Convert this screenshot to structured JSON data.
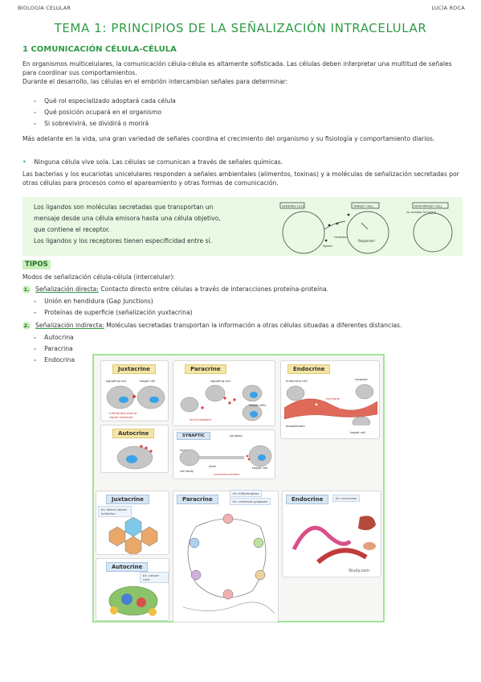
{
  "header": {
    "left": "BIOLOGÍA CELULAR",
    "right": "LUCÍA ROCA"
  },
  "title": "TEMA 1: PRINCIPIOS DE LA SEÑALIZACIÓN INTRACELULAR",
  "section1": {
    "heading": "1 COMUNICACIÓN CÉLULA-CÉLULA",
    "para1": "En organismos multicelulares, la comunicación célula-célula es altamente sofisticada. Las células deben interpretar una multitud de señales para coordinar sus comportamientos.",
    "para2": "Durante el desarrollo, las células en el embrión intercambian señales para determinar:",
    "bullets": [
      "Qué rol especializado adoptará cada célula",
      "Qué posición ocupará en el organismo",
      "Si sobrevivirá, se dividirá o morirá"
    ],
    "para3": "Más adelante en la vida, una gran variedad de señales coordina el crecimiento del organismo y su fisiología y comportamiento diarios.",
    "para4": "Ninguna célula vive sola. Las células se comunican a través de señales químicas.",
    "para5": "Las bacterias y los eucariotas unicelulares responden a señales ambientales (alimentos, toxinas) y a moléculas de señalización secretadas por otras células para procesos como el apareamiento y otras formas de comunicación."
  },
  "box": {
    "lines": [
      "Los ligandos son moléculas secretadas que transportan un",
      "mensaje desde una célula emisora hasta una célula objetivo,",
      "que contiene el receptor.",
      "Los ligandos y los receptores tienen especificidad entre sí."
    ],
    "diagram": {
      "signaling": "SENDING CELL",
      "target": "TARGET CELL",
      "nontarget": "NON-TARGET CELL",
      "receptor": "receptor",
      "ligand": "ligand",
      "response": "Response!",
      "noreceptor": "no receptor for ligand"
    }
  },
  "tipos": {
    "label": "TIPOS",
    "intro": "Modos de señalización célula-célula (intercelular):",
    "item1_num": "1.",
    "item1_title": "Señalización directa:",
    "item1_text": " Contacto directo entre células a través de interacciones proteína-proteína.",
    "item1_subs": [
      "Unión en hendidura (Gap Junctions)",
      "Proteínas de superficie (señalización yuxtacrina)"
    ],
    "item2_num": "2.",
    "item2_title": "Señalización indirecta:",
    "item2_text": " Moléculas secretadas transportan la información a otras células situadas a diferentes distancias.",
    "item2_subs": [
      "Autocrina",
      "Paracrina",
      "Endocrina"
    ]
  },
  "figure": {
    "juxtacrine": "Juxtacrine",
    "paracrine": "Paracrine",
    "endocrine": "Endocrine",
    "autocrine": "Autocrine",
    "synaptic": "SYNAPTIC",
    "signaling_cell": "signaling cell",
    "target_cell": "target cell",
    "target_cells": "target cells",
    "membrane_bound": "membrane-bound signal molecule",
    "local_mediator": "local mediator",
    "endocrine_cell": "endocrine cell",
    "receptor": "receptor",
    "hormone": "hormone",
    "bloodstream": "bloodstream",
    "neuron": "neuron",
    "synapse": "synapse",
    "axon": "axon",
    "cell_body": "cell body",
    "neurotransmitter": "neurotransmitter",
    "ex_notch": "Ex: Notch lateral inhibition",
    "ex_inflammation": "Ex: Inflammation",
    "ex_synapses": "Ex: chemical synapses",
    "ex_hormones": "Ex: hormones",
    "ex_cancer": "Ex: cancer cells",
    "study": "Study.com"
  },
  "colors": {
    "green": "#2e9b45",
    "highlight": "#c9f0bd",
    "box": "#e9f9e4",
    "frame": "#9fe692"
  }
}
